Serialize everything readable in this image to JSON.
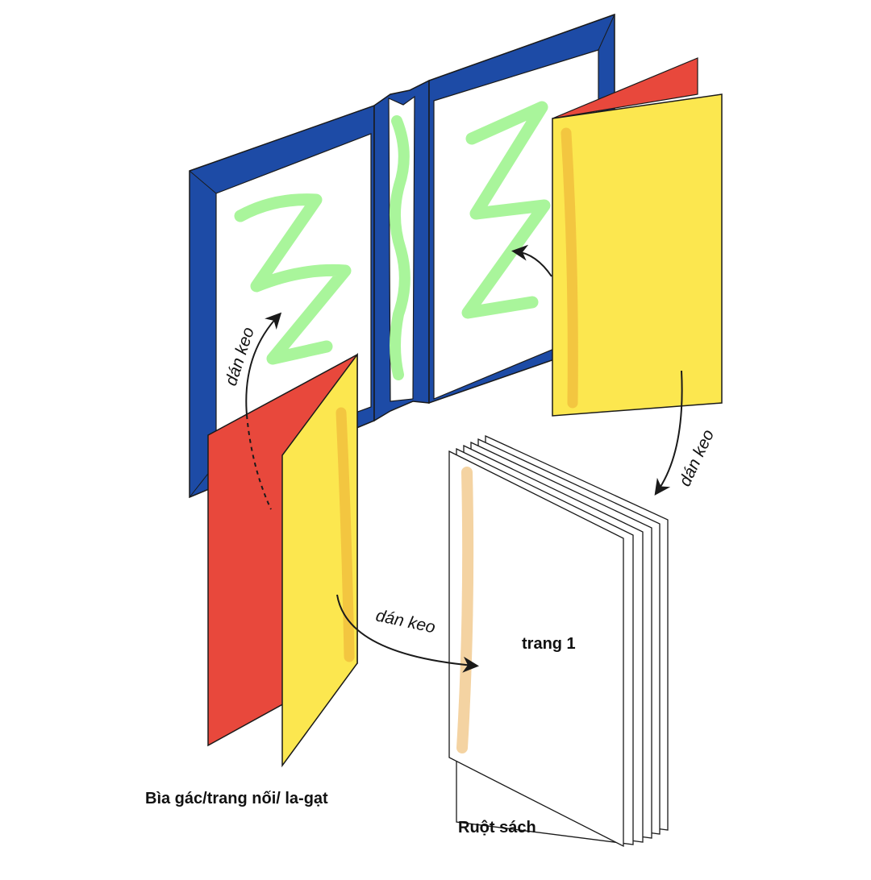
{
  "labels": {
    "glue_left": "dán keo",
    "glue_right": "dán keo",
    "glue_bottom": "dán keo",
    "page_one": "trang 1",
    "endpaper": "Bìa gác/trang nối/ la-gạt",
    "book_block": "Ruột sách"
  },
  "colors": {
    "cover_blue": "#1d4ba6",
    "endpaper_red": "#e8483c",
    "endpaper_yellow": "#fce74f",
    "glue_strip": "#f2c23e",
    "glue_green": "#a9f59b",
    "glue_peach": "#f4d3a2",
    "stroke": "#1a1a1a"
  }
}
